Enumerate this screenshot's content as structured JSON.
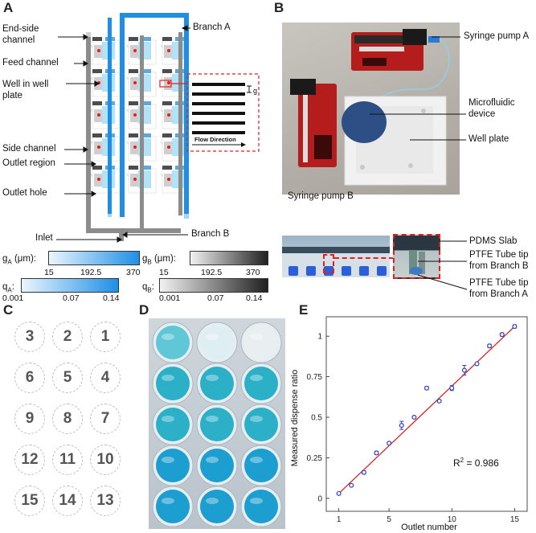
{
  "panels": {
    "a": "A",
    "b": "B",
    "c": "C",
    "d": "D",
    "e": "E"
  },
  "panelA": {
    "labels": {
      "end_side_1": "End-side",
      "end_side_2": "channel",
      "feed": "Feed channel",
      "well_1": "Well in well",
      "well_2": "plate",
      "side": "Side channel",
      "outlet_region": "Outlet region",
      "outlet_hole": "Outlet hole",
      "branch_a": "Branch A",
      "branch_b": "Branch B",
      "inlet": "Inlet",
      "flow_direction": "Flow Direction",
      "g_mark": "g"
    },
    "colorbars": {
      "gA": {
        "label": "g",
        "sub": "A",
        "unit": " (μm):",
        "ticks": [
          "15",
          "192.5",
          "370"
        ]
      },
      "gB": {
        "label": "g",
        "sub": "B",
        "unit": " (μm):",
        "ticks": [
          "15",
          "192.5",
          "370"
        ]
      },
      "qA": {
        "label": "q",
        "sub": "A",
        "unit": ":",
        "ticks": [
          "0.001",
          "0.07",
          "0.14"
        ]
      },
      "qB": {
        "label": "q",
        "sub": "B",
        "unit": ":",
        "ticks": [
          "0.001",
          "0.07",
          "0.14"
        ]
      }
    },
    "colors": {
      "branch_a": "#1f8fe6",
      "branch_b": "#8a8a8a"
    }
  },
  "panelB": {
    "labels": {
      "pump_a": "Syringe pump A",
      "pump_b": "Syringe pump B",
      "device_1": "Microfluidic",
      "device_2": "device",
      "plate": "Well plate",
      "pdms": "PDMS Slab",
      "tip_b_1": "PTFE Tube tip",
      "tip_b_2": "from Branch B",
      "tip_a_1": "PTFE Tube tip",
      "tip_a_2": "from Branch A"
    }
  },
  "panelC": {
    "rows": [
      [
        "3",
        "2",
        "1"
      ],
      [
        "6",
        "5",
        "4"
      ],
      [
        "9",
        "8",
        "7"
      ],
      [
        "12",
        "11",
        "10"
      ],
      [
        "15",
        "14",
        "13"
      ]
    ]
  },
  "chart_data": {
    "type": "scatter",
    "xlabel": "Outlet number",
    "ylabel": "Measured dispense ratio",
    "xlim": [
      0,
      16
    ],
    "ylim": [
      -0.08,
      1.12
    ],
    "xticks": [
      1,
      5,
      10,
      15
    ],
    "yticks": [
      0,
      0.25,
      0.5,
      0.75,
      1
    ],
    "xtick_labels": [
      "1",
      "5",
      "10",
      "15"
    ],
    "ytick_labels": [
      "0",
      "0.25",
      "0.5",
      "0.75",
      "1"
    ],
    "annotation": {
      "text": "R",
      "sup": "2",
      "rest": " = 0.986"
    },
    "points": {
      "x": [
        1,
        2,
        3,
        4,
        5,
        6,
        7,
        8,
        9,
        10,
        11,
        12,
        13,
        14,
        15
      ],
      "y": [
        0.03,
        0.08,
        0.16,
        0.28,
        0.34,
        0.45,
        0.5,
        0.68,
        0.6,
        0.68,
        0.79,
        0.83,
        0.94,
        1.01,
        1.06
      ],
      "err": [
        0.005,
        0.005,
        0.01,
        0.01,
        0.008,
        0.025,
        0.008,
        0.01,
        0.008,
        0.015,
        0.03,
        0.008,
        0.01,
        0.01,
        0.01
      ]
    },
    "fit": {
      "x": [
        1,
        15
      ],
      "y": [
        0.03,
        1.06
      ]
    },
    "colors": {
      "points": "#2b3fbf",
      "fit": "#e02020"
    },
    "grid": false
  }
}
